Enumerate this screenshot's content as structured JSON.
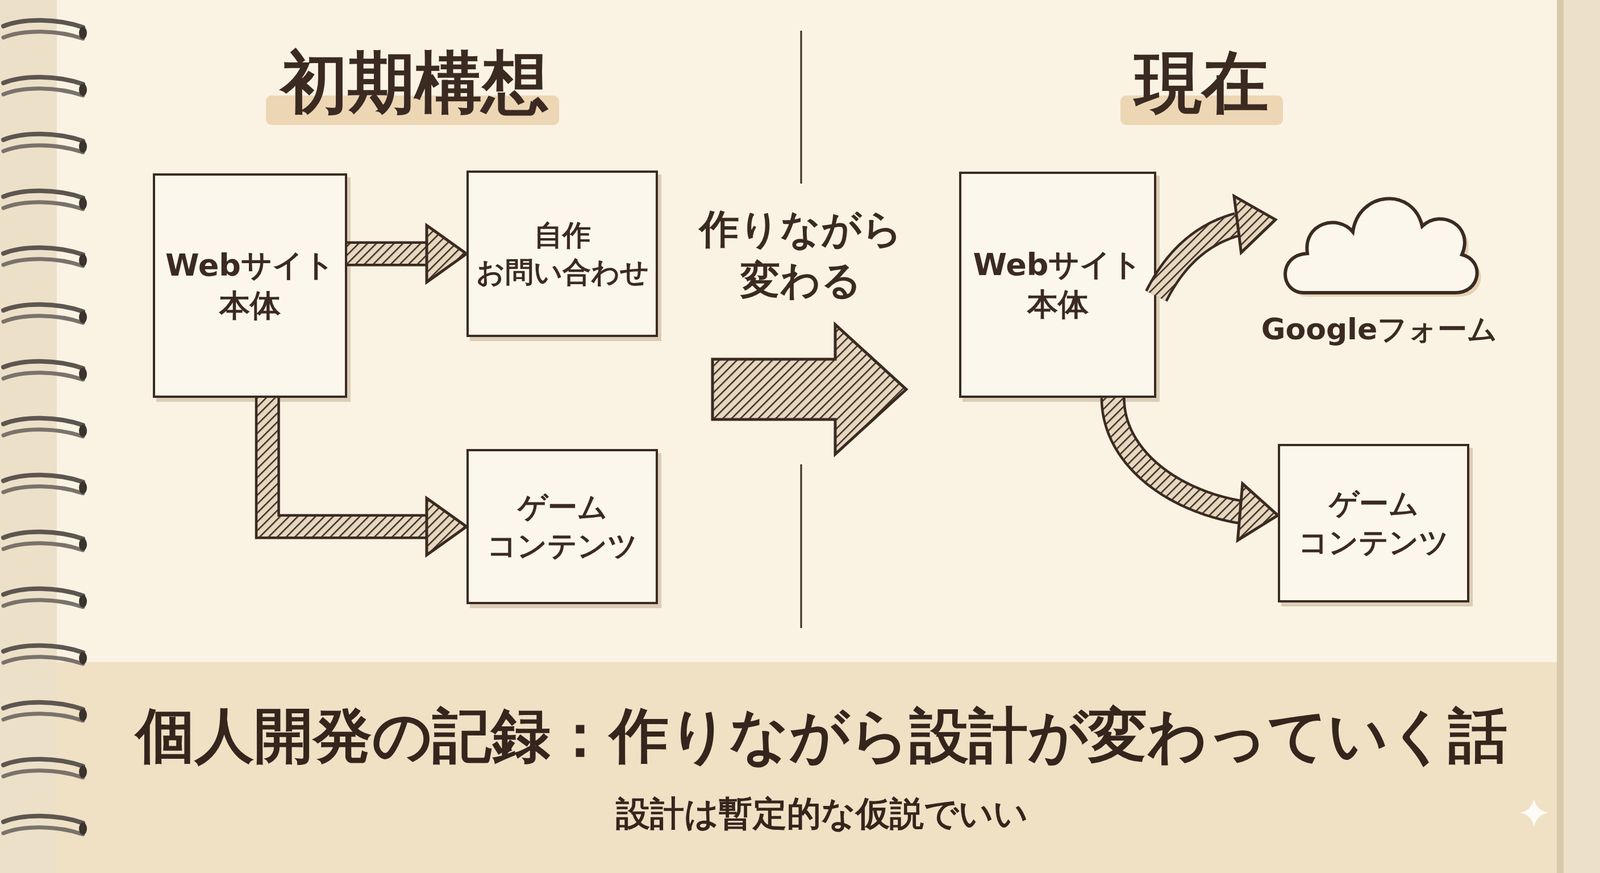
{
  "diagram": {
    "title": "個人開発の記録：作りながら設計が変わっていく話",
    "caption": "設計は暫定的な仮説でいい",
    "nodes": [
      {
        "text": [
          "Webサイト 本体"
        ]
      },
      {
        "text": [
          "自作 お問い合わせ"
        ]
      },
      {
        "text": [
          "ゲーム コンテンツ"
        ]
      },
      {
        "text": [
          "Webサイト 本体"
        ]
      },
      {
        "text": [
          "Googleフォーム"
        ]
      },
      {
        "text": [
          "ゲーム コンテンツ"
        ]
      }
    ],
    "edges": [
      {
        "from": 0,
        "to": 1,
        "arrow": "to"
      },
      {
        "from": 0,
        "to": 2,
        "arrow": "to"
      },
      {
        "from": 3,
        "to": 4,
        "arrow": "to"
      },
      {
        "from": 3,
        "to": 5,
        "arrow": "to"
      }
    ],
    "labels": [
      "初期構想",
      "作りながら 変わる",
      "現在"
    ]
  }
}
